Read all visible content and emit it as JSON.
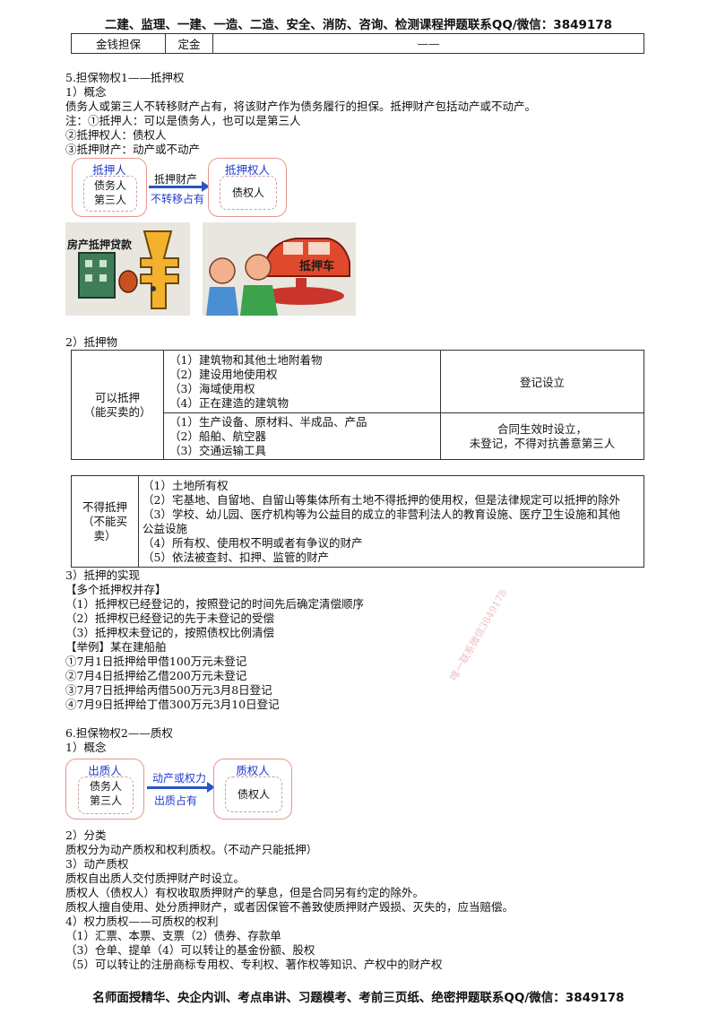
{
  "header": "二建、监理、一建、一造、二造、安全、消防、咨询、检测课程押题联系QQ/微信：3849178",
  "footer": "名师面授精华、央企内训、考点串讲、习题模考、考前三页纸、绝密押题联系QQ/微信：3849178",
  "top_row": {
    "c1": "金钱担保",
    "c2": "定金",
    "c3": "——"
  },
  "s5": {
    "title": "5.担保物权1——抵押权",
    "sub1": "1）概念",
    "def": "债务人或第三人不转移财产占有，将该财产作为债务履行的担保。抵押财产包括动产或不动产。",
    "note1": "注：①抵押人：可以是债务人，也可以是第三人",
    "note2": "②抵押权人：债权人",
    "note3": "③抵押财产：动产或不动产",
    "diagram": {
      "left_title": "抵押人",
      "left_inner_1": "债务人",
      "left_inner_2": "第三人",
      "arrow_top": "抵押财产",
      "arrow_bottom": "不转移占有",
      "right_title": "抵押权人",
      "right_inner": "债权人"
    },
    "img1_text": "房产抵押贷款",
    "img2_text": "抵押车",
    "sub2": "2）抵押物",
    "table1": {
      "rowhead_1": "可以抵押",
      "rowhead_2": "（能买卖的）",
      "group1": [
        "（1）建筑物和其他土地附着物",
        "（2）建设用地使用权",
        "（3）海域使用权",
        "（4）正在建造的建筑物"
      ],
      "group1_note": "登记设立",
      "group2": [
        "（1）生产设备、原材料、半成品、产品",
        "（2）船舶、航空器",
        "（3）交通运输工具"
      ],
      "group2_note_1": "合同生效时设立，",
      "group2_note_2": "未登记，不得对抗善意第三人"
    },
    "table2": {
      "rowhead_1": "不得抵押",
      "rowhead_2": "（不能买",
      "rowhead_3": "卖）",
      "items": [
        "（1）土地所有权",
        "（2）宅基地、自留地、自留山等集体所有土地不得抵押的使用权，但是法律规定可以抵押的除外",
        "（3）学校、幼儿园、医疗机构等为公益目的成立的非营利法人的教育设施、医疗卫生设施和其他",
        "公益设施",
        "（4）所有权、使用权不明或者有争议的财产",
        "（5）依法被查封、扣押、监管的财产"
      ]
    },
    "sub3": "3）抵押的实现",
    "multi_title": "【多个抵押权并存】",
    "multi": [
      "（1）抵押权已经登记的，按照登记的时间先后确定清偿顺序",
      "（2）抵押权已经登记的先于未登记的受偿",
      "（3）抵押权未登记的，按照债权比例清偿"
    ],
    "example_title": "【举例】某在建船舶",
    "examples": [
      "①7月1日抵押给甲借100万元未登记",
      "②7月4日抵押给乙借200万元未登记",
      "③7月7日抵押给丙借500万元3月8日登记",
      "④7月9日抵押给丁借300万元3月10日登记"
    ]
  },
  "s6": {
    "title": "6.担保物权2——质权",
    "sub1": "1）概念",
    "diagram": {
      "left_title": "出质人",
      "left_inner_1": "债务人",
      "left_inner_2": "第三人",
      "arrow_top": "动产或权力",
      "arrow_bottom": "出质占有",
      "right_title": "质权人",
      "right_inner": "债权人"
    },
    "sub2": "2）分类",
    "class_text": "质权分为动产质权和权利质权。（不动产只能抵押）",
    "sub3": "3）动产质权",
    "p1": "质权自出质人交付质押财产时设立。",
    "p2": "质权人（债权人）有权收取质押财产的孳息，但是合同另有约定的除外。",
    "p3": "质权人擅自使用、处分质押财产，或者因保管不善致使质押财产毁损、灭失的，应当赔偿。",
    "sub4": "4）权力质权——可质权的权利",
    "r1": "（1）汇票、本票、支票（2）债券、存款单",
    "r2": "（3）仓单、提单（4）可以转让的基金份额、股权",
    "r3": "（5）可以转让的注册商标专用权、专利权、著作权等知识、产权中的财产权"
  },
  "watermark": "唯一联系微信3849178"
}
